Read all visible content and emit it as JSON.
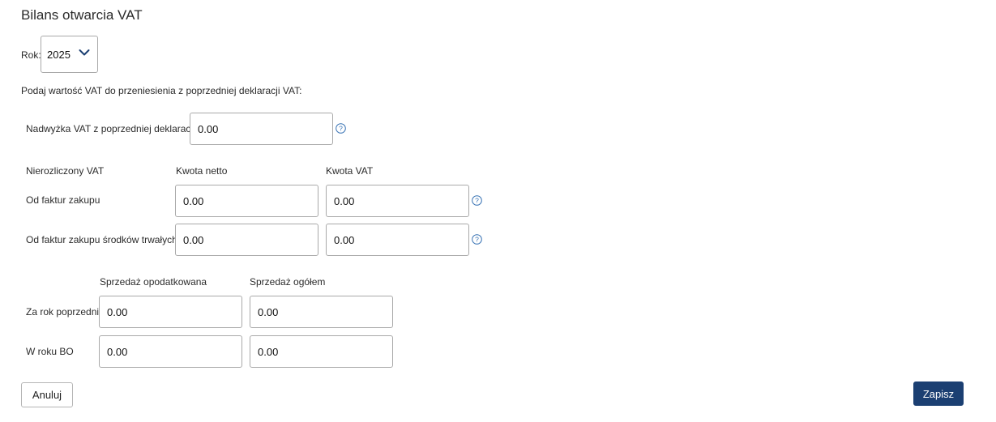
{
  "page": {
    "title": "Bilans otwarcia VAT"
  },
  "year": {
    "label": "Rok:",
    "value": "2025"
  },
  "instruction": "Podaj wartość VAT do przeniesienia z poprzedniej deklaracji VAT:",
  "surplus": {
    "label": "Nadwyżka VAT z poprzedniej deklaracji:",
    "value": "0.00"
  },
  "unsettled": {
    "header": "Nierozliczony VAT",
    "col_net": "Kwota netto",
    "col_vat": "Kwota VAT",
    "rows": [
      {
        "label": "Od faktur zakupu",
        "net": "0.00",
        "vat": "0.00"
      },
      {
        "label": "Od faktur zakupu środków trwałych",
        "net": "0.00",
        "vat": "0.00"
      }
    ]
  },
  "sales": {
    "col_taxed": "Sprzedaż opodatkowana",
    "col_total": "Sprzedaż ogółem",
    "rows": [
      {
        "label": "Za rok poprzedni",
        "taxed": "0.00",
        "total": "0.00"
      },
      {
        "label": "W roku BO",
        "taxed": "0.00",
        "total": "0.00"
      }
    ]
  },
  "buttons": {
    "cancel": "Anuluj",
    "save": "Zapisz"
  },
  "colors": {
    "primary": "#1b3f72",
    "help_icon": "#3a74b5",
    "border": "#a9a9a9"
  },
  "icons": {
    "dropdown": "chevron-down-icon",
    "help": "question-circle-icon"
  }
}
